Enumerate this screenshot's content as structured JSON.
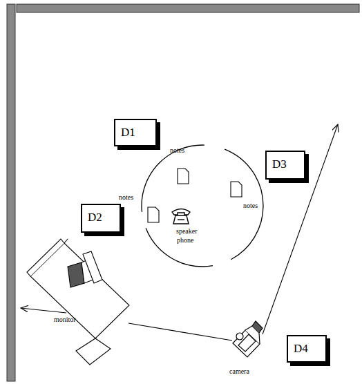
{
  "diagram": {
    "nodes": [
      {
        "text": [
          "D1"
        ]
      },
      {
        "text": [
          "D2"
        ]
      },
      {
        "text": [
          "D3"
        ]
      },
      {
        "text": [
          "D4"
        ]
      }
    ],
    "labels": [
      "notes",
      "notes",
      "notes",
      "speaker",
      "phone",
      "monitor",
      "camera"
    ]
  }
}
